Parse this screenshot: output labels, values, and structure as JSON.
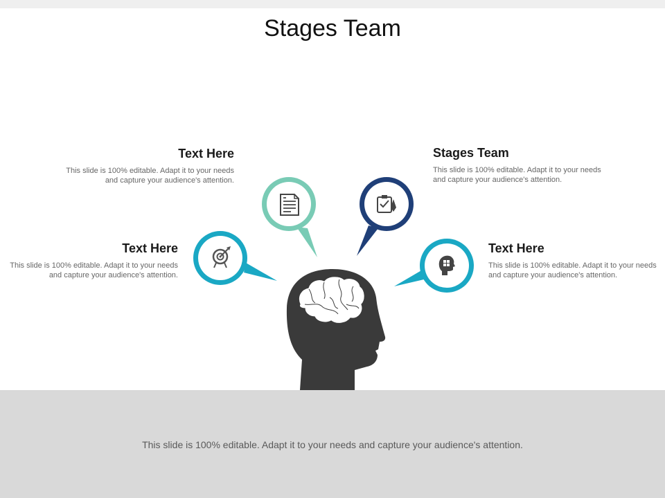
{
  "slide": {
    "title": "Stages Team"
  },
  "blocks": [
    {
      "heading": "Text Here",
      "body": "This slide is 100% editable. Adapt it to your needs and capture your audience's attention."
    },
    {
      "heading": "Stages Team",
      "body": "This slide is 100% editable. Adapt it to your needs and capture your audience's attention."
    },
    {
      "heading": "Text Here",
      "body": "This slide is 100% editable. Adapt it to your needs and capture your audience's attention."
    },
    {
      "heading": "Text Here",
      "body": "This slide is 100% editable. Adapt it to your needs and capture your audience's attention."
    }
  ],
  "icons": [
    "target-icon",
    "document-icon",
    "clipboard-icon",
    "puzzle-head-icon"
  ],
  "colors": {
    "teal": "#1aa8c4",
    "mint": "#79cbb5",
    "navy": "#1f3f78",
    "head": "#3a3a3a",
    "footer": "#d9d9d9"
  },
  "footer": {
    "text": "This slide is 100% editable. Adapt it to your needs and capture your audience's attention."
  }
}
